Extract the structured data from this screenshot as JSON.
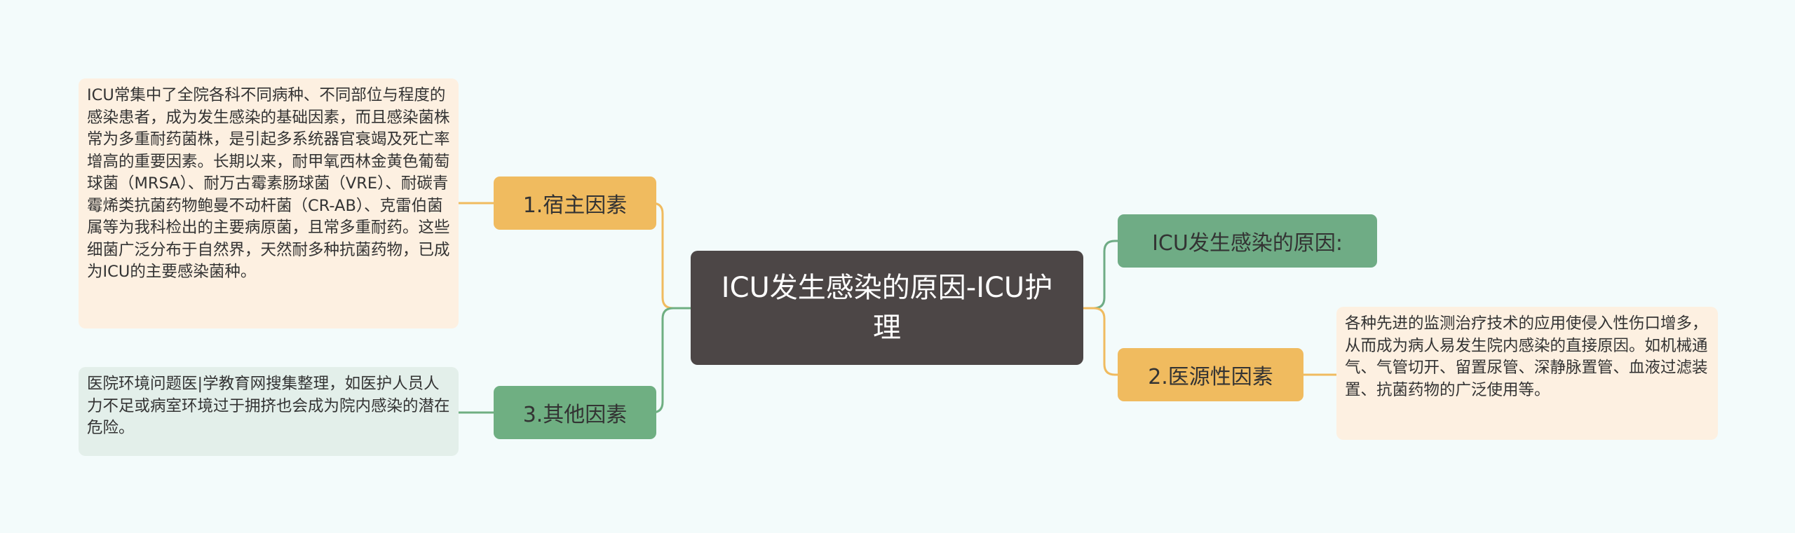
{
  "central": {
    "title": "ICU发生感染的原因-ICU护理"
  },
  "branches": {
    "host": {
      "label": "1.宿主因素"
    },
    "other": {
      "label": "3.其他因素"
    },
    "reason": {
      "label": "ICU发生感染的原因:"
    },
    "medical": {
      "label": "2.医源性因素"
    }
  },
  "leaves": {
    "host": "ICU常集中了全院各科不同病种、不同部位与程度的感染患者，成为发生感染的基础因素，而且感染菌株常为多重耐药菌株，是引起多系统器官衰竭及死亡率增高的重要因素。长期以来，耐甲氧西林金黄色葡萄球菌（MRSA）、耐万古霉素肠球菌（VRE）、耐碳青霉烯类抗菌药物鲍曼不动杆菌（CR-AB）、克雷伯菌属等为我科检出的主要病原菌，且常多重耐药。这些细菌广泛分布于自然界，天然耐多种抗菌药物，已成为ICU的主要感染菌种。",
    "other": "医院环境问题医|学教育网搜集整理，如医护人员人力不足或病室环境过于拥挤也会成为院内感染的潜在危险。",
    "medical": "各种先进的监测治疗技术的应用使侵入性伤口增多，从而成为病人易发生院内感染的直接原因。如机械通气、气管切开、留置尿管、深静脉置管、血液过滤装置、抗菌药物的广泛使用等。"
  },
  "colors": {
    "background": "#f3fbfb",
    "central": "#4c4646",
    "orange_branch": "#f0bb5f",
    "green_branch": "#6faf82",
    "orange_leaf": "#fdf0e1",
    "green_leaf": "#e3efea"
  }
}
